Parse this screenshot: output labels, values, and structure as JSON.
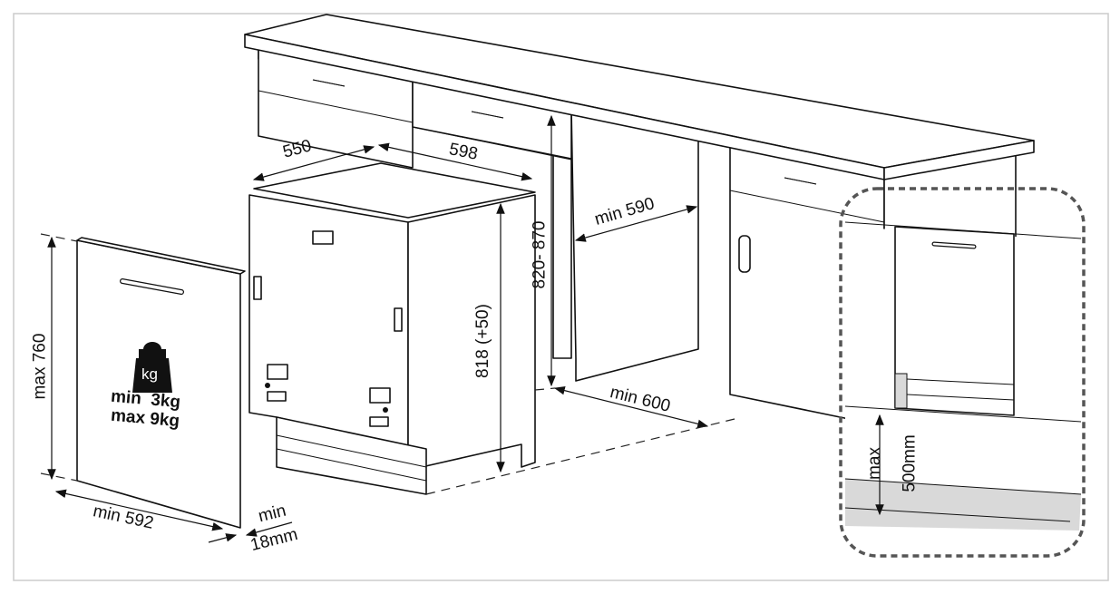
{
  "dimensions": {
    "depth": "550",
    "width": "598",
    "niche_depth": "min 590",
    "niche_height": "820- 870",
    "appliance_height": "818 (+50)",
    "niche_width": "min 600",
    "door_height": "max 760",
    "door_width": "min 592",
    "door_thickness_top": "min",
    "door_thickness_bottom": "18mm",
    "plinth_top": "max",
    "plinth_bottom": "500mm"
  },
  "door_weight": {
    "icon_label": "kg",
    "min": "min  3kg",
    "max": "max 9kg"
  },
  "colors": {
    "line": "#111111",
    "border": "#cccccc",
    "floor": "#d9d9d9",
    "callout": "#555555"
  }
}
